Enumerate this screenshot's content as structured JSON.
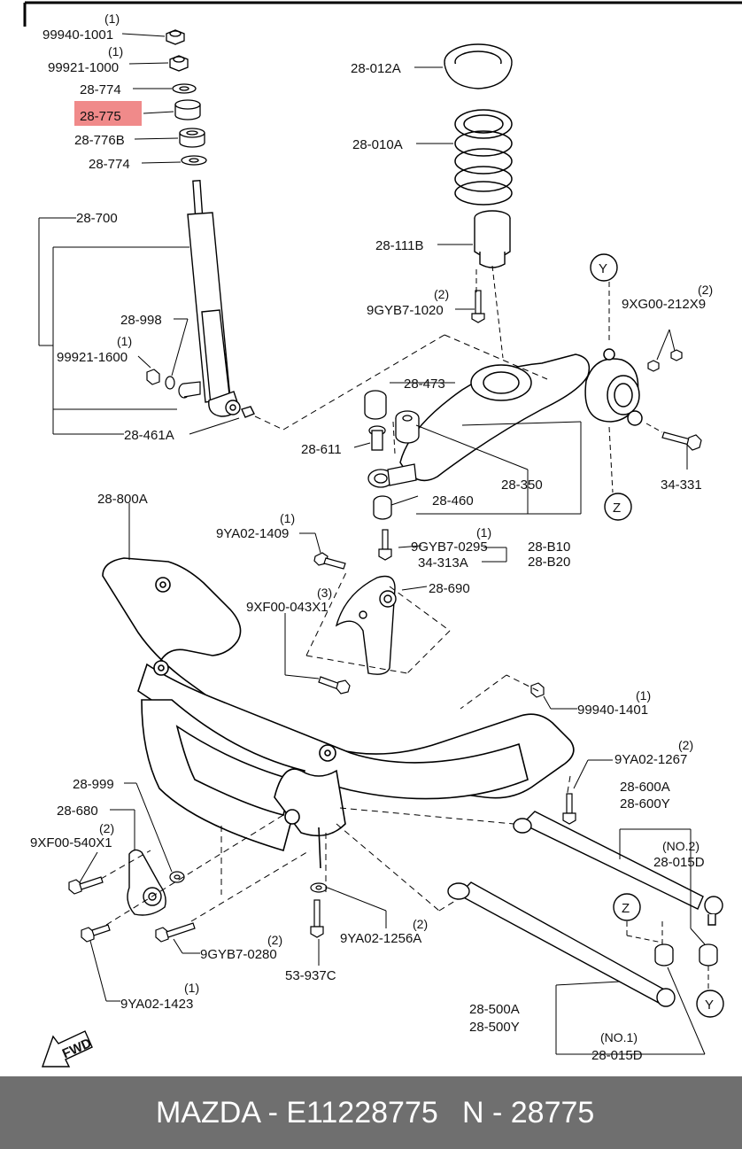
{
  "diagram": {
    "highlight_color": "#f08a8a",
    "callouts": {
      "p99940_1001": "99940-1001",
      "q1a": "(1)",
      "p99921_1000": "99921-1000",
      "q1b": "(1)",
      "p28_774a": "28-774",
      "p28_775": "28-775",
      "p28_776B": "28-776B",
      "p28_774b": "28-774",
      "p28_700": "28-700",
      "p28_998": "28-998",
      "p99921_1600": "99921-1600",
      "q1c": "(1)",
      "p28_461A": "28-461A",
      "p28_012A": "28-012A",
      "p28_010A": "28-010A",
      "p28_111B": "28-111B",
      "p9GYB7_1020": "9GYB7-1020",
      "q2a": "(2)",
      "circleY_top": "Y",
      "p9XG00": "9XG00-212X9",
      "q2b": "(2)",
      "p28_473": "28-473",
      "p28_611": "28-611",
      "p28_350": "28-350",
      "p28_460": "28-460",
      "p34_331": "34-331",
      "circleZ_top": "Z",
      "p28_800A": "28-800A",
      "p9YA02_1409": "9YA02-1409",
      "q1d": "(1)",
      "p9GYB7_0295": "9GYB7-0295",
      "q1e": "(1)",
      "p34_313A": "34-313A",
      "p28_B10": "28-B10",
      "p28_B20": "28-B20",
      "p28_690": "28-690",
      "p9XF00_043X1": "9XF00-043X1",
      "q3": "(3)",
      "p99940_1401": "99940-1401",
      "q1f": "(1)",
      "p9YA02_1267": "9YA02-1267",
      "q2c": "(2)",
      "p28_600A": "28-600A",
      "p28_600Y": "28-600Y",
      "no2": "(NO.2)",
      "p28_015D_a": "28-015D",
      "p28_999": "28-999",
      "p28_680": "28-680",
      "p9XF00_540X1": "9XF00-540X1",
      "q2d": "(2)",
      "p9GYB7_0280": "9GYB7-0280",
      "q2e": "(2)",
      "p9YA02_1256A": "9YA02-1256A",
      "q2f": "(2)",
      "p53_937C": "53-937C",
      "p9YA02_1423": "9YA02-1423",
      "q1g": "(1)",
      "circleZ_bottom": "Z",
      "circleY_bottom": "Y",
      "p28_500A": "28-500A",
      "p28_500Y": "28-500Y",
      "no1": "(NO.1)",
      "p28_015D_b": "28-015D",
      "fwd": "FWD"
    }
  },
  "footer": {
    "brand_part": "MAZDA - E11228775",
    "n_part": "N - 28775",
    "background": "#6f6f6f"
  }
}
